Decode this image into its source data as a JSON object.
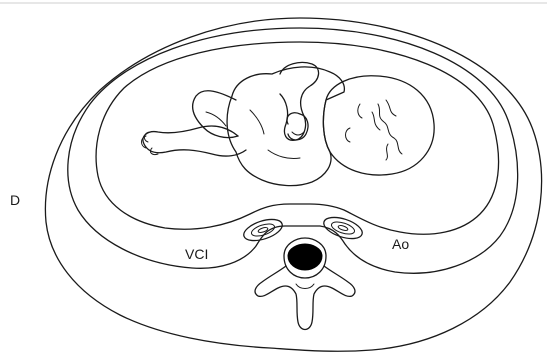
{
  "labels": {
    "side": "D",
    "vena_cava": "VCI",
    "aorta": "Ao"
  },
  "colors": {
    "line": "#1a1a1a",
    "background": "#ffffff",
    "vertebral_canal": "#000000"
  }
}
